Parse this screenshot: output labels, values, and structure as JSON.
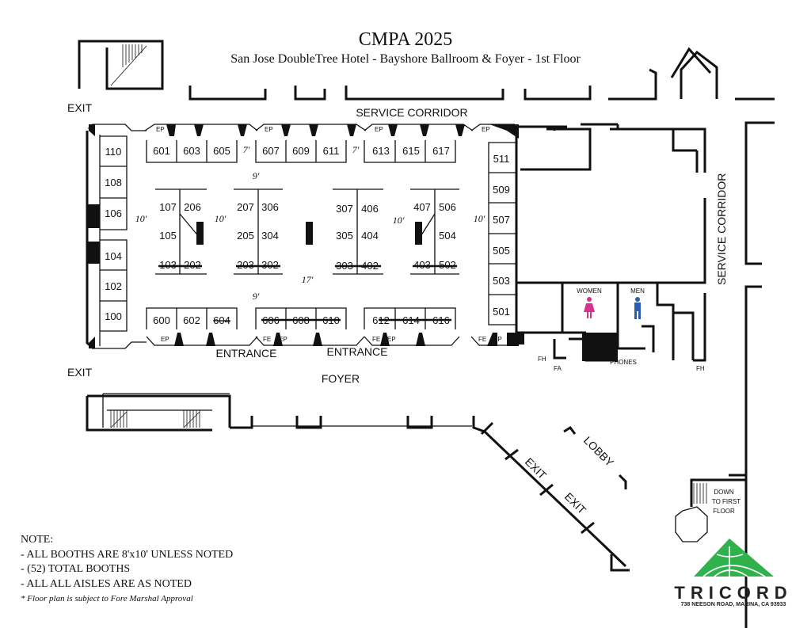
{
  "title": "CMPA 2025",
  "subtitle": "San Jose DoubleTree Hotel - Bayshore Ballroom & Foyer - 1st Floor",
  "labels": {
    "exit": "EXIT",
    "service_corridor": "SERVICE CORRIDOR",
    "entrance": "ENTRANCE",
    "foyer": "FOYER",
    "lobby": "LOBBY",
    "women": "WOMEN",
    "men": "MEN",
    "phones": "PHONES",
    "fh": "FH",
    "fa": "FA",
    "ep": "EP",
    "fe": "FE",
    "down_to_first_floor": [
      "DOWN",
      "TO FIRST",
      "FLOOR"
    ]
  },
  "aisles": {
    "west_10": "10'",
    "center_17": "17'",
    "north_9": "9'",
    "south_9": "9'",
    "gap_7": "7'"
  },
  "booths": {
    "top_row": [
      "601",
      "603",
      "605",
      "607",
      "609",
      "611",
      "613",
      "615",
      "617"
    ],
    "bottom_row": [
      "600",
      "602",
      "604",
      "606",
      "608",
      "610",
      "612",
      "614",
      "616"
    ],
    "west_wall": [
      "110",
      "108",
      "106",
      "104",
      "102",
      "100"
    ],
    "east_wall": [
      "511",
      "509",
      "507",
      "505",
      "503",
      "501"
    ],
    "island_1": [
      "107",
      "206",
      "105",
      "103",
      "202"
    ],
    "island_2": [
      "207",
      "306",
      "205",
      "304",
      "203",
      "302"
    ],
    "island_3": [
      "307",
      "406",
      "305",
      "404",
      "303",
      "402"
    ],
    "island_4": [
      "407",
      "506",
      "504",
      "403",
      "502"
    ]
  },
  "notes": {
    "heading": "NOTE:",
    "items": [
      " - ALL BOOTHS ARE 8'x10' UNLESS NOTED",
      " - (52) TOTAL BOOTHS",
      " - ALL ALL AISLES ARE AS NOTED"
    ],
    "disclaimer": "* Floor plan is subject to Fore Marshal Approval"
  },
  "brand": {
    "name": "TRICORD",
    "address": "738 NEESON ROAD, MARINA, CA 93933",
    "logo_color": "#2fb24c"
  },
  "colors": {
    "women_icon": "#d6338f",
    "men_icon": "#2a5db0"
  }
}
